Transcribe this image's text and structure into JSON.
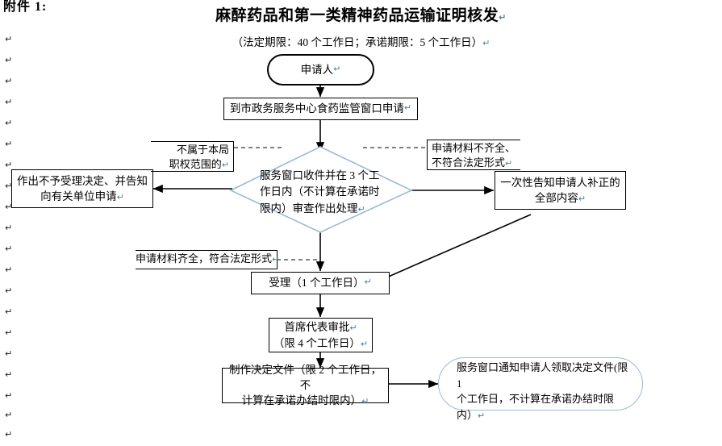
{
  "document": {
    "attachment_label": "附件 1:",
    "title": "麻醉药品和第一类精神药品运输证明核发",
    "subtitle": "（法定期限：40 个工作日；承诺期限：5 个工作日）",
    "paragraph_mark": "↵"
  },
  "colors": {
    "diamond_border": "#9cb9d4",
    "rounded_blue_border": "#9cb9d4",
    "connector": "#000000",
    "dashed_connector": "#000000",
    "text": "#000000",
    "background": "#ffffff"
  },
  "flowchart": {
    "type": "process-flow",
    "nodes": [
      {
        "id": "applicant",
        "shape": "rounded-rect",
        "label": "申请人"
      },
      {
        "id": "submit-window",
        "shape": "rect",
        "label": "到市政务服务中心食药监管窗口申请"
      },
      {
        "id": "review-decision",
        "shape": "diamond",
        "label_line1": "服务窗口收件并在 3 个工",
        "label_line2": "作日内（不计算在承诺时",
        "label_line3": "限内）审查作出处理"
      },
      {
        "id": "reject-acceptance",
        "shape": "rect",
        "label_line1": "作出不予受理决定、并告知",
        "label_line2": "向有关单位申请"
      },
      {
        "id": "one-time-notice",
        "shape": "rect",
        "label_line1": "一次性告知申请人补正的",
        "label_line2": "全部内容"
      },
      {
        "id": "accept",
        "shape": "rect",
        "label": "受理（1 个工作日）"
      },
      {
        "id": "chief-approval",
        "shape": "rect",
        "label_line1": "首席代表审批",
        "label_line2": "（限 4 个工作日）"
      },
      {
        "id": "make-document",
        "shape": "rect",
        "label_line1": "制作决定文件（限 2 个工作日，不",
        "label_line2": "计算在承诺办结时限内）"
      },
      {
        "id": "notify-collect",
        "shape": "rounded-rect-blue",
        "label_line1": "服务窗口通知申请人领取决定文件(限 1",
        "label_line2": "个工作日，不计算在承诺办结时限内）"
      }
    ],
    "annotations": [
      {
        "id": "out-of-scope",
        "line1": "不属于本局",
        "line2": "职权范围的"
      },
      {
        "id": "incomplete-materials",
        "line1": "申请材料不齐全、",
        "line2": "不符合法定形式"
      },
      {
        "id": "complete-materials",
        "line1": "申请材料齐全，符合法定形式"
      }
    ]
  }
}
